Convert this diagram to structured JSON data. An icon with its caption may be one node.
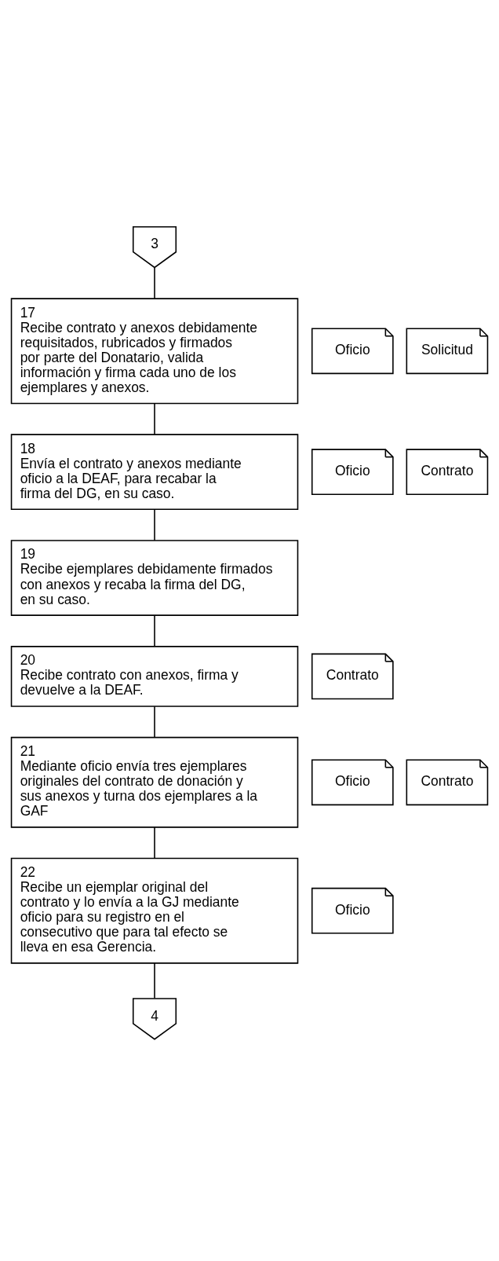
{
  "diagram": {
    "nodes": [
      {
        "text": [
          "3"
        ]
      },
      {
        "text": [
          "17",
          "Recibe contrato y anexos debidamente requisitados, rubricados y firmados por parte del Donatario, valida información y firma cada uno de los ejemplares y anexos."
        ]
      },
      {
        "text": [
          "Oficio"
        ]
      },
      {
        "text": [
          "Solicitud"
        ]
      },
      {
        "text": [
          "18",
          "Envía el contrato y anexos mediante oficio a la DEAF, para recabar la firma del DG, en su caso."
        ]
      },
      {
        "text": [
          "Oficio"
        ]
      },
      {
        "text": [
          "Contrato"
        ]
      },
      {
        "text": [
          "19",
          "Recibe ejemplares debidamente firmados con anexos y recaba la firma del DG, en su caso."
        ]
      },
      {
        "text": [
          "20",
          "Recibe contrato con anexos, firma y devuelve a la DEAF."
        ]
      },
      {
        "text": [
          "Contrato"
        ]
      },
      {
        "text": [
          "21",
          "Mediante oficio envía tres ejemplares originales del contrato de donación y sus anexos y turna dos ejemplares a la GAF"
        ]
      },
      {
        "text": [
          "Oficio"
        ]
      },
      {
        "text": [
          "Contrato"
        ]
      },
      {
        "text": [
          "22",
          "Recibe un ejemplar original del contrato y lo envía a la GJ mediante oficio para su registro en el consecutivo que para tal efecto se lleva en esa Gerencia."
        ]
      },
      {
        "text": [
          "Oficio"
        ]
      },
      {
        "text": [
          "4"
        ]
      }
    ],
    "edges": [
      {
        "from": 0,
        "to": 1,
        "arrow": "none"
      },
      {
        "from": 1,
        "to": 4,
        "arrow": "none"
      },
      {
        "from": 4,
        "to": 7,
        "arrow": "none"
      },
      {
        "from": 7,
        "to": 8,
        "arrow": "none"
      },
      {
        "from": 8,
        "to": 10,
        "arrow": "none"
      },
      {
        "from": 10,
        "to": 13,
        "arrow": "none"
      },
      {
        "from": 13,
        "to": 15,
        "arrow": "none"
      }
    ]
  }
}
